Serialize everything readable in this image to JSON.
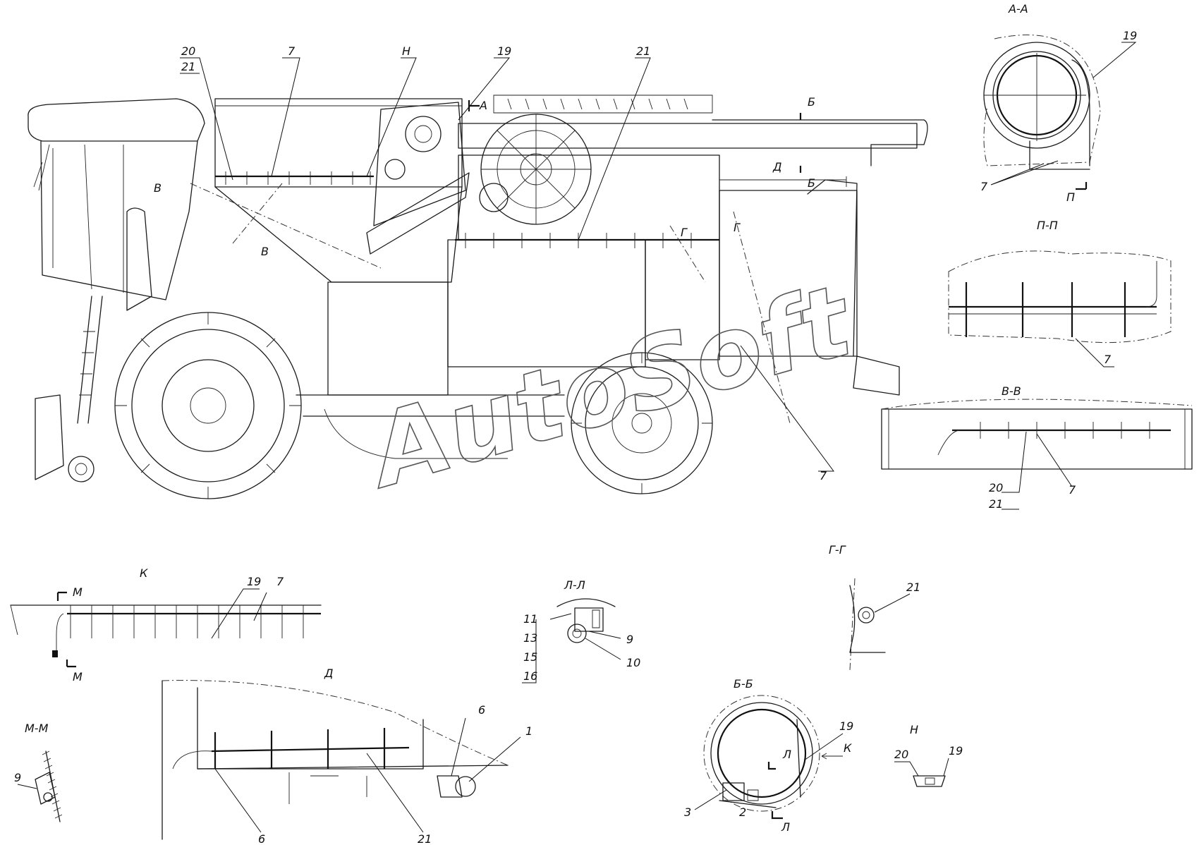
{
  "watermark": "AutoSoft",
  "main_view": {
    "labels": [
      "20",
      "21",
      "7",
      "Н",
      "19",
      "21",
      "А",
      "Б",
      "Д",
      "Б",
      "В",
      "В",
      "Г",
      "Г",
      "7"
    ]
  },
  "view_AA": {
    "title": "А-А",
    "labels": [
      "19",
      "7",
      "П"
    ]
  },
  "view_PP": {
    "title": "П-П",
    "labels": [
      "7"
    ]
  },
  "view_VV": {
    "title": "В-В",
    "labels": [
      "20",
      "21",
      "7"
    ]
  },
  "view_K": {
    "title": "К",
    "labels": [
      "19",
      "7",
      "М",
      "М"
    ]
  },
  "view_LL": {
    "title": "Л-Л",
    "labels": [
      "11",
      "13",
      "15",
      "16",
      "9",
      "10"
    ]
  },
  "view_GG": {
    "title": "Г-Г",
    "labels": [
      "21"
    ]
  },
  "view_D": {
    "title": "Д",
    "labels": [
      "6",
      "1",
      "6",
      "21"
    ]
  },
  "view_MM": {
    "title": "М-М",
    "labels": [
      "9"
    ]
  },
  "view_BB": {
    "title": "Б-Б",
    "labels": [
      "19",
      "К",
      "Л",
      "3",
      "2",
      "Л"
    ]
  },
  "view_H": {
    "title": "Н",
    "labels": [
      "20",
      "19"
    ]
  }
}
